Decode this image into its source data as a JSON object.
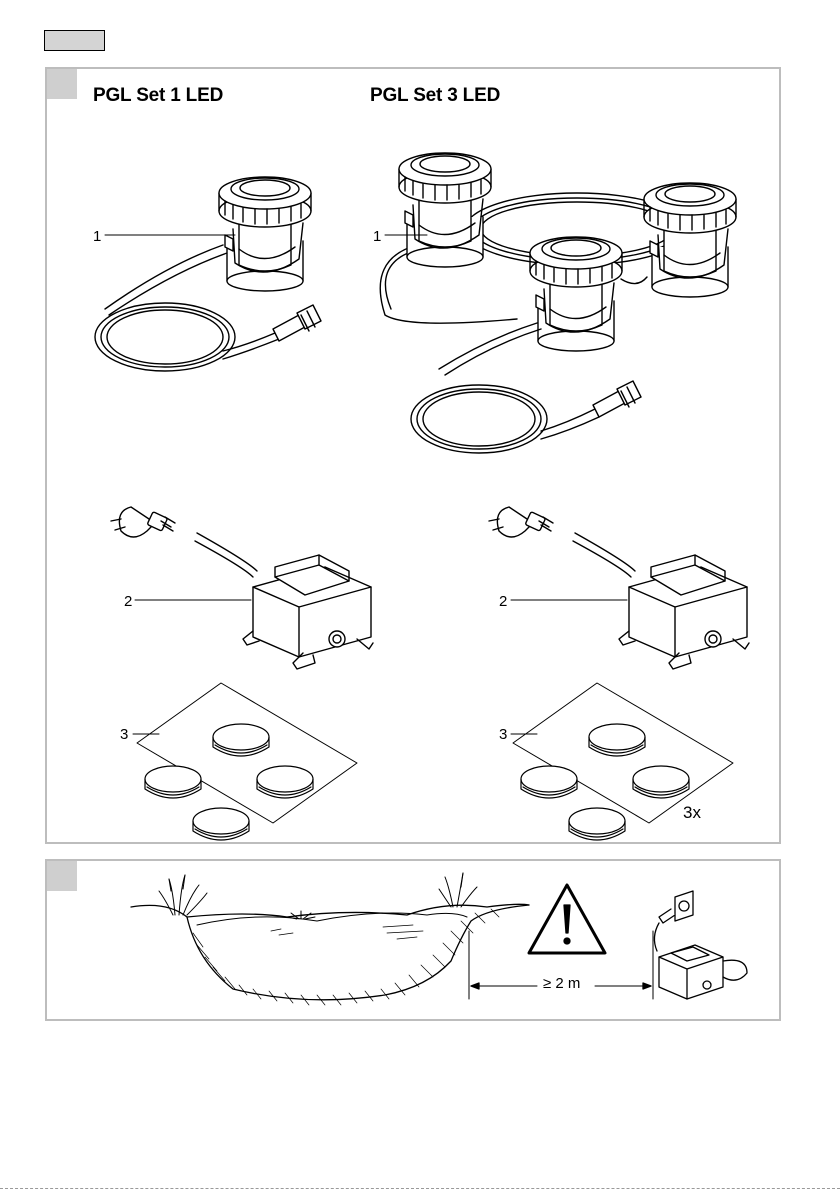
{
  "header_tab": "",
  "panel_a": {
    "set1_title": "PGL Set 1 LED",
    "set3_title": "PGL Set 3 LED",
    "callouts": {
      "lamp": "1",
      "transformer": "2",
      "pads": "3"
    },
    "pads_multiplier": "3x"
  },
  "panel_b": {
    "distance_label": "≥ 2 m"
  },
  "colors": {
    "panel_border": "#bdbdbd",
    "corner_fill": "#cfcfcf",
    "line": "#000000"
  }
}
